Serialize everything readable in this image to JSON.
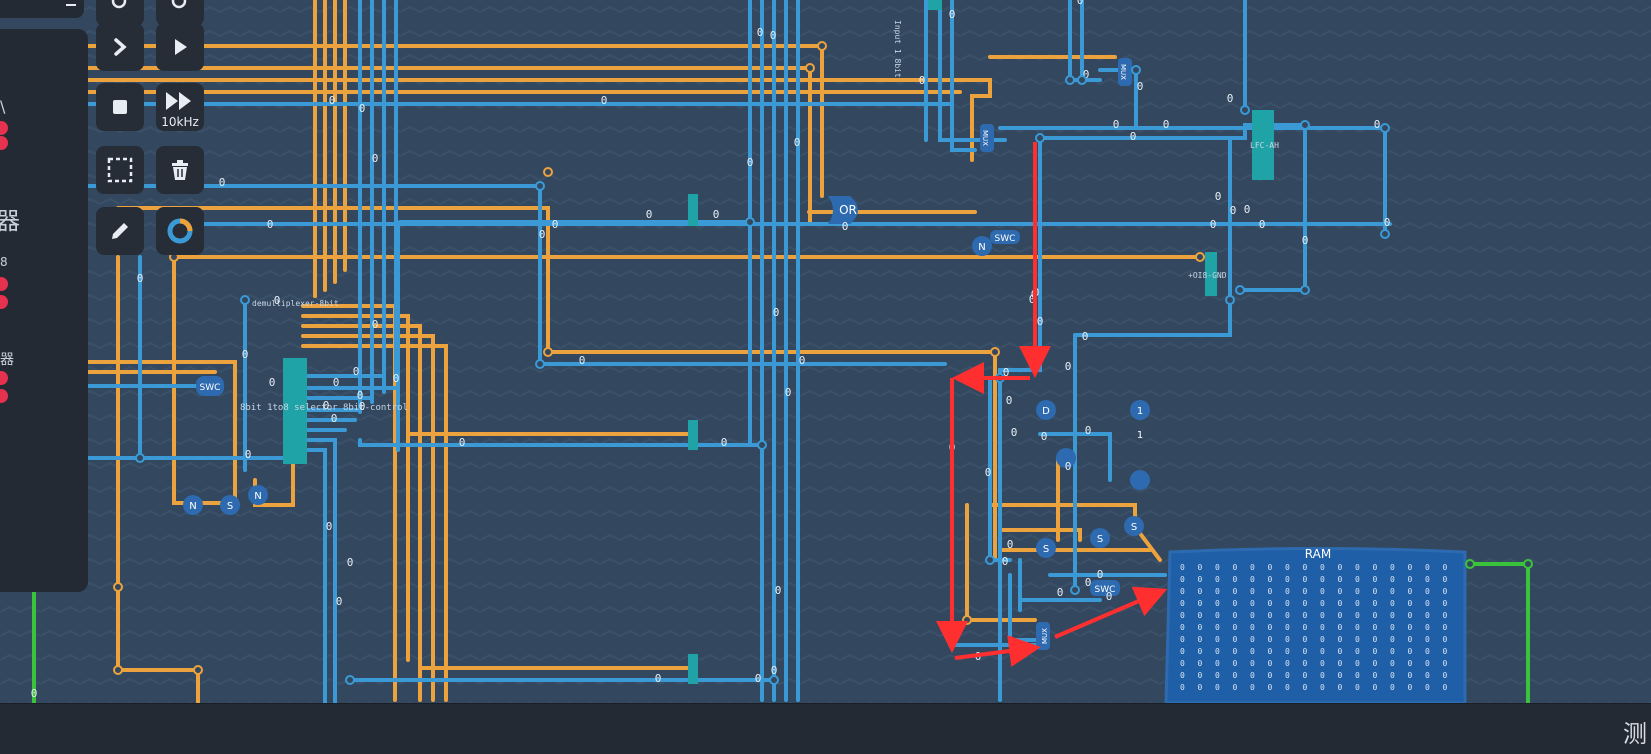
{
  "app": {
    "speed_label": "10kHz",
    "status_text": "测"
  },
  "sidebar": {
    "partial_labels": [
      "\\",
      "器",
      "8",
      "器"
    ]
  },
  "components": {
    "ram": "RAM",
    "or_gate": "OR",
    "swc_left": "SWC",
    "swc_mid": "SWC",
    "swc_top": "SWC",
    "mux_top": "MUX",
    "mux_top2": "MUX",
    "mux_bottom": "MUX",
    "lfc_label": "LFC-AH",
    "decoder_label": "8bit 1to8 selector 8bit-control",
    "gate_n1": "N",
    "gate_n2": "N",
    "gate_n3": "N",
    "gate_s1": "S",
    "gate_s2": "S",
    "gate_s3": "S",
    "gate_s4": "S",
    "const_d": "D",
    "const_1a": "1",
    "const_1b": "1",
    "vert_label": "Input 1 8bit",
    "cmp_label": "+OI8-GND",
    "sel_label": "demultiplexer-8bit"
  },
  "colors": {
    "background": "#33485f",
    "wire_blue": "#3b9ad6",
    "wire_orange": "#eda33d",
    "wire_green": "#3bc43b",
    "component_teal": "#1fa3a6",
    "annotation_red": "#ff2f2f"
  },
  "wire_values": [
    "0",
    "0",
    "0",
    "0",
    "0",
    "0",
    "0",
    "0",
    "0",
    "0",
    "0",
    "0",
    "0",
    "0",
    "0",
    "0",
    "0",
    "0",
    "0",
    "0",
    "0",
    "0",
    "0",
    "0",
    "0",
    "0",
    "0",
    "0",
    "0",
    "0",
    "0",
    "0",
    "0",
    "0",
    "0",
    "0",
    "0",
    "0",
    "0",
    "0",
    "0",
    "0",
    "0",
    "0",
    "0",
    "0",
    "0",
    "0",
    "0",
    "0",
    "0",
    "0",
    "0",
    "0",
    "0",
    "0",
    "0",
    "0",
    "0",
    "0",
    "0",
    "0",
    "0",
    "0",
    "0",
    "0",
    "0",
    "0",
    "0",
    "0",
    "0",
    "0",
    "0",
    "0",
    "0",
    "0",
    "0",
    "0",
    "0",
    "0"
  ]
}
